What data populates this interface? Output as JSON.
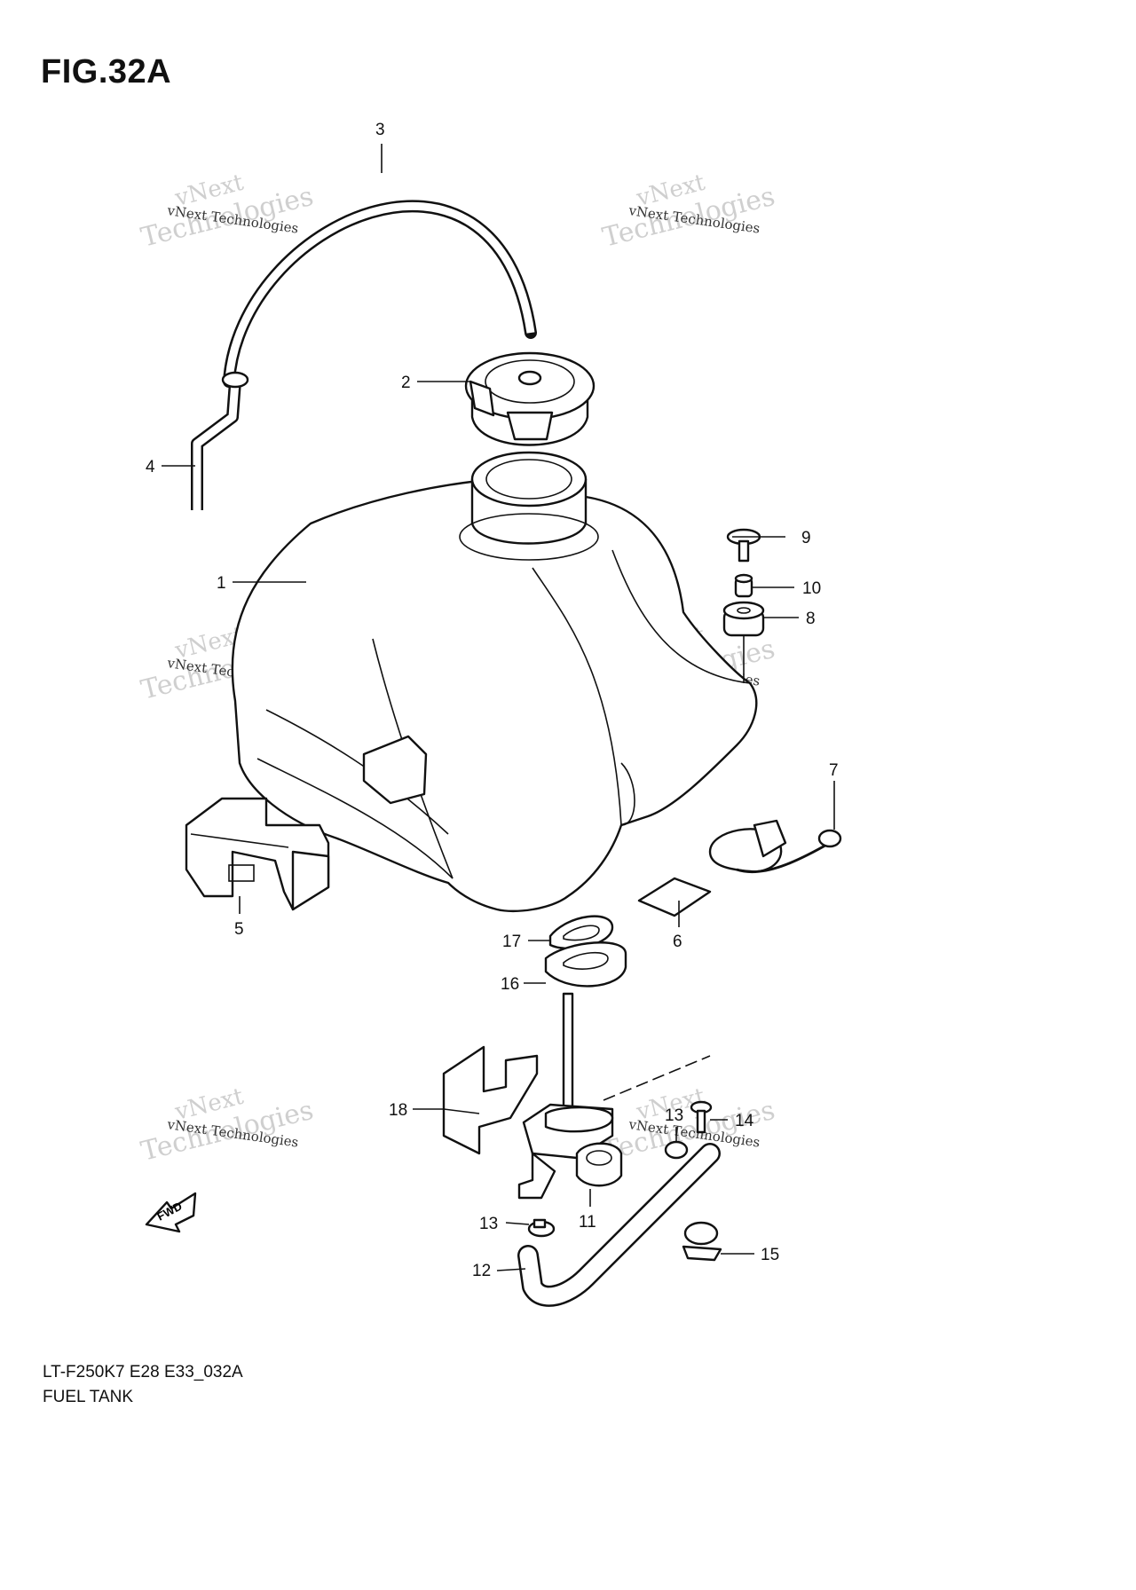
{
  "figure": {
    "title": "FIG.32A",
    "code": "LT-F250K7 E28 E33_032A",
    "name": "FUEL TANK"
  },
  "direction_marker": "FWD",
  "watermark": {
    "line1": "vNext",
    "line2": "Technologies",
    "caption": "vNext Technologies"
  },
  "callouts": [
    {
      "id": "1"
    },
    {
      "id": "2"
    },
    {
      "id": "3"
    },
    {
      "id": "4"
    },
    {
      "id": "5"
    },
    {
      "id": "6"
    },
    {
      "id": "7"
    },
    {
      "id": "8"
    },
    {
      "id": "9"
    },
    {
      "id": "10"
    },
    {
      "id": "11"
    },
    {
      "id": "12"
    },
    {
      "id": "13"
    },
    {
      "id": "13"
    },
    {
      "id": "14"
    },
    {
      "id": "15"
    },
    {
      "id": "16"
    },
    {
      "id": "17"
    },
    {
      "id": "18"
    }
  ]
}
